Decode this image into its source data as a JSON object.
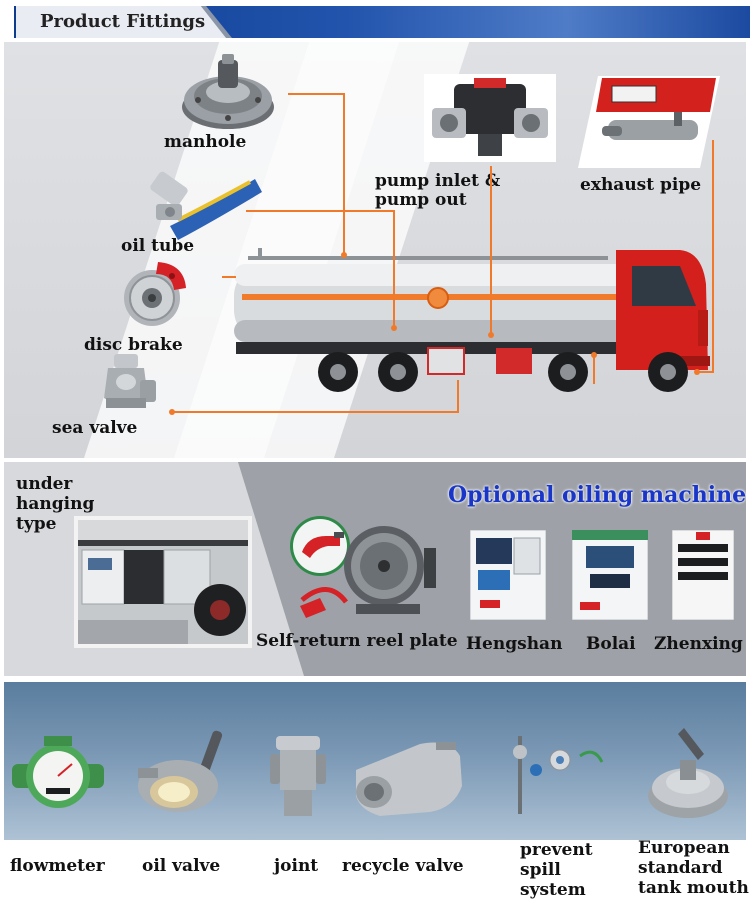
{
  "header": {
    "title": "Product Fittings"
  },
  "fittings": {
    "manhole": "manhole",
    "oil_tube": "oil tube",
    "disc_brake": "disc brake",
    "sea_valve": "sea valve",
    "pump_inlet_line1": "pump inlet &",
    "pump_inlet_line2": "pump out",
    "exhaust_pipe": "exhaust pipe"
  },
  "mounting": {
    "under_hanging_line1": "under",
    "under_hanging_line2": "hanging",
    "under_hanging_line3": "type",
    "reel": "Self-return reel plate"
  },
  "optional": {
    "title": "Optional oiling machine",
    "machines": [
      "Hengshan",
      "Bolai",
      "Zhenxing"
    ]
  },
  "accessories": {
    "flowmeter": "flowmeter",
    "oil_valve": "oil valve",
    "joint": "joint",
    "recycle_valve": "recycle valve",
    "spill_line1": "prevent",
    "spill_line2": "spill",
    "spill_line3": "system",
    "euro_line1": "European",
    "euro_line2": "standard",
    "euro_line3": "tank mouth"
  },
  "colors": {
    "header_blue": "#1c4aa0",
    "lead_line": "#f07a2a",
    "truck_red": "#d4201c",
    "optional_title": "#1936c9"
  }
}
